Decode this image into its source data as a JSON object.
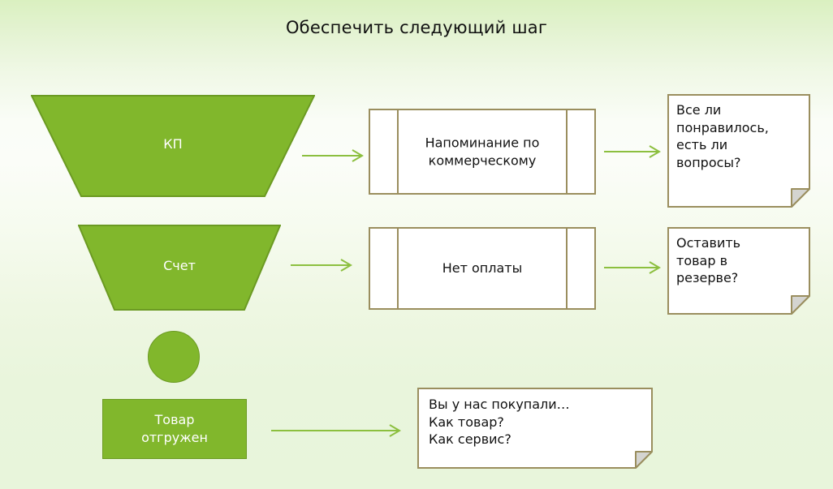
{
  "slide": {
    "title": "Обеспечить следующий шаг",
    "background_top_color": "#daf0c0",
    "background_mid_color": "#fafdf7",
    "background_bottom_color": "#e8f5db"
  },
  "colors": {
    "shape_green_fill": "#81b72c",
    "shape_green_border": "#6b9a22",
    "box_border_khaki": "#9a8e5e",
    "arrow_green": "#8cbf3f",
    "note_fold_gray": "#d4d4d0",
    "label_white": "#ffffff",
    "text_black": "#111111"
  },
  "funnel_stages": [
    {
      "name": "stage-kp",
      "label": "КП",
      "shape": "trapezoid"
    },
    {
      "name": "stage-schet",
      "label": "Счет",
      "shape": "trapezoid"
    },
    {
      "name": "stage-circle",
      "label": "",
      "shape": "circle"
    },
    {
      "name": "stage-shipped",
      "label": "Товар\nотгружен",
      "shape": "rectangle"
    }
  ],
  "process_steps": [
    {
      "name": "process-reminder",
      "label": "Напоминание по\nкоммерческому"
    },
    {
      "name": "process-no-payment",
      "label": "Нет оплаты"
    }
  ],
  "notes": [
    {
      "name": "note-feedback-questions",
      "label": "Все ли\nпонравилось,\nесть ли\nвопросы?"
    },
    {
      "name": "note-reserve",
      "label": "Оставить\nтовар в\nрезерве?"
    },
    {
      "name": "note-purchase-followup",
      "label": "Вы у нас покупали…\nКак товар?\nКак сервис?"
    }
  ],
  "arrows": [
    {
      "name": "arrow-kp-to-reminder"
    },
    {
      "name": "arrow-reminder-to-feedback"
    },
    {
      "name": "arrow-schet-to-nopayment"
    },
    {
      "name": "arrow-nopayment-to-reserve"
    },
    {
      "name": "arrow-shipped-to-followup"
    }
  ]
}
